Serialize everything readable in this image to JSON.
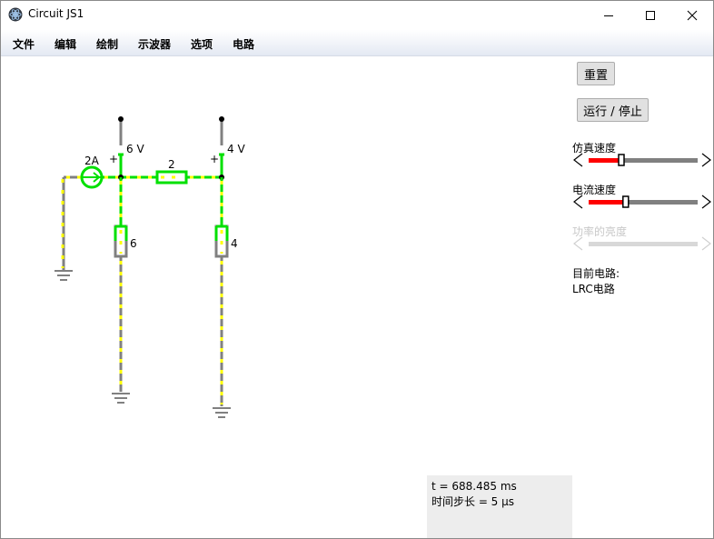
{
  "window": {
    "title": "Circuit JS1"
  },
  "menu": [
    "文件",
    "编辑",
    "绘制",
    "示波器",
    "选项",
    "电路"
  ],
  "buttons": {
    "reset": "重置",
    "run_stop": "运行 / 停止"
  },
  "sliders": [
    {
      "label": "仿真速度",
      "value": 0.3,
      "enabled": true
    },
    {
      "label": "电流速度",
      "value": 0.34,
      "enabled": true
    },
    {
      "label": "功率的亮度",
      "value": 0.0,
      "enabled": false
    }
  ],
  "circuit_info": {
    "heading": "目前电路:",
    "name": "LRC电路"
  },
  "status": {
    "time": "t = 688.485 ms",
    "timestep": "时间步长 = 5 μs"
  },
  "schematic": {
    "current_source": "2A",
    "node_left_voltage": "6 V",
    "node_right_voltage": "4 V",
    "plus_left": "+",
    "plus_right": "+",
    "resistor_middle": "2",
    "resistor_left": "6",
    "resistor_right": "4"
  },
  "colors": {
    "wire_gray": "#808080",
    "wire_green": "#00e000",
    "current_dot": "#ffff00",
    "slider_red": "#ff0000"
  }
}
